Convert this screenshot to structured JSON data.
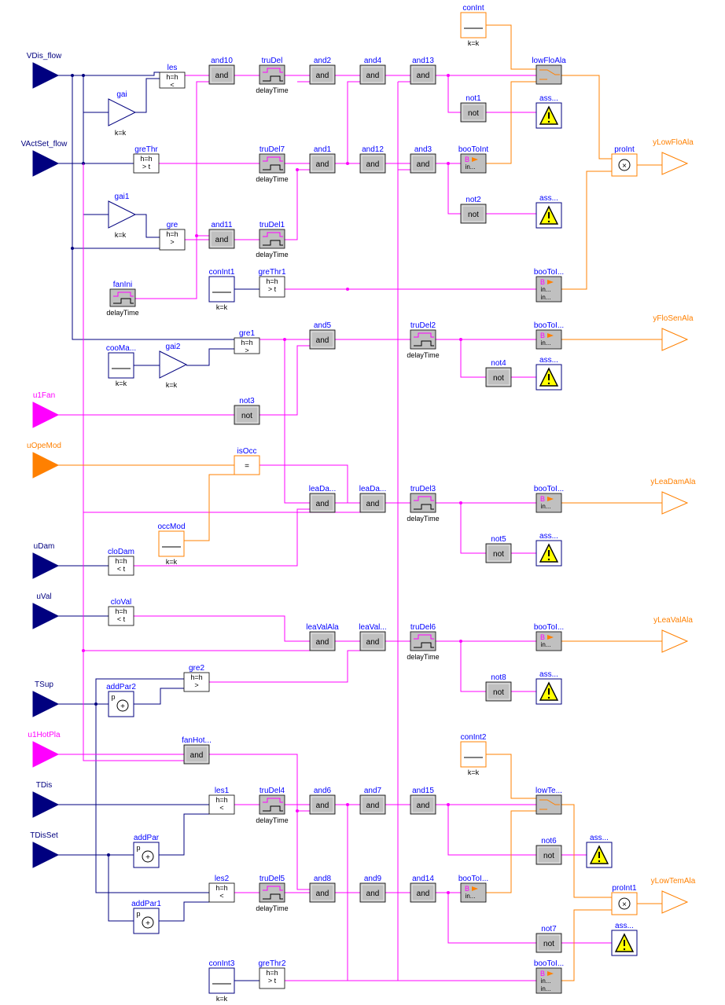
{
  "colors": {
    "real": "#00007f",
    "bool": "#ff00ff",
    "int": "#ff8000",
    "label": "#0000ff",
    "param": "#000000",
    "blockFill": "#c0c0c0"
  },
  "inputs": [
    {
      "id": "in-vdis",
      "label": "VDis_flow",
      "type": "real"
    },
    {
      "id": "in-vact",
      "label": "VActSet_flow",
      "type": "real"
    },
    {
      "id": "in-u1fan",
      "label": "u1Fan",
      "type": "bool"
    },
    {
      "id": "in-uopemod",
      "label": "uOpeMod",
      "type": "int"
    },
    {
      "id": "in-udam",
      "label": "uDam",
      "type": "real"
    },
    {
      "id": "in-uval",
      "label": "uVal",
      "type": "real"
    },
    {
      "id": "in-tsup",
      "label": "TSup",
      "type": "real"
    },
    {
      "id": "in-u1hotpla",
      "label": "u1HotPla",
      "type": "bool"
    },
    {
      "id": "in-tdis",
      "label": "TDis",
      "type": "real"
    },
    {
      "id": "in-tdisset",
      "label": "TDisSet",
      "type": "real"
    }
  ],
  "outputs": [
    {
      "id": "out-ylowflo",
      "label": "yLowFloAla"
    },
    {
      "id": "out-yflosen",
      "label": "yFloSenAla"
    },
    {
      "id": "out-yleadam",
      "label": "yLeaDamAla"
    },
    {
      "id": "out-yleaval",
      "label": "yLeaValAla"
    },
    {
      "id": "out-ylowtem",
      "label": "yLowTemAla"
    }
  ],
  "blocks": [
    {
      "id": "les",
      "label": "les",
      "kind": "cmp",
      "params": [
        "h=h",
        "<"
      ]
    },
    {
      "id": "gai",
      "label": "gai",
      "kind": "gain",
      "params": [
        "k=k"
      ]
    },
    {
      "id": "greThr",
      "label": "greThr",
      "kind": "cmp",
      "params": [
        "h=h",
        "> t"
      ]
    },
    {
      "id": "gai1",
      "label": "gai1",
      "kind": "gain",
      "params": [
        "k=k"
      ]
    },
    {
      "id": "gre",
      "label": "gre",
      "kind": "cmp",
      "params": [
        "h=h",
        ">"
      ]
    },
    {
      "id": "fanIni",
      "label": "fanIni",
      "kind": "delay",
      "params": [
        "delayTime"
      ]
    },
    {
      "id": "cooMa",
      "label": "cooMa...",
      "kind": "const",
      "params": [
        "k=k"
      ]
    },
    {
      "id": "gai2",
      "label": "gai2",
      "kind": "gain",
      "params": [
        "k=k"
      ]
    },
    {
      "id": "gre1",
      "label": "gre1",
      "kind": "cmp",
      "params": [
        "h=h",
        ">"
      ]
    },
    {
      "id": "conInt1",
      "label": "conInt1",
      "kind": "const",
      "params": [
        "k=k"
      ]
    },
    {
      "id": "greThr1",
      "label": "greThr1",
      "kind": "cmp",
      "params": [
        "h=h",
        "> t"
      ]
    },
    {
      "id": "and10",
      "label": "and10",
      "kind": "and",
      "params": [
        "and"
      ]
    },
    {
      "id": "and11",
      "label": "and11",
      "kind": "and",
      "params": [
        "and"
      ]
    },
    {
      "id": "truDel",
      "label": "truDel",
      "kind": "delay",
      "params": [
        "delayTime"
      ]
    },
    {
      "id": "truDel7",
      "label": "truDel7",
      "kind": "delay",
      "params": [
        "delayTime"
      ]
    },
    {
      "id": "truDel1",
      "label": "truDel1",
      "kind": "delay",
      "params": [
        "delayTime"
      ]
    },
    {
      "id": "and2",
      "label": "and2",
      "kind": "and",
      "params": [
        "and"
      ]
    },
    {
      "id": "and1",
      "label": "and1",
      "kind": "and",
      "params": [
        "and"
      ]
    },
    {
      "id": "and4",
      "label": "and4",
      "kind": "and",
      "params": [
        "and"
      ]
    },
    {
      "id": "and12",
      "label": "and12",
      "kind": "and",
      "params": [
        "and"
      ]
    },
    {
      "id": "and13",
      "label": "and13",
      "kind": "and",
      "params": [
        "and"
      ]
    },
    {
      "id": "and3",
      "label": "and3",
      "kind": "and",
      "params": [
        "and"
      ]
    },
    {
      "id": "not1",
      "label": "not1",
      "kind": "not",
      "params": [
        "not"
      ]
    },
    {
      "id": "not2",
      "label": "not2",
      "kind": "not",
      "params": [
        "not"
      ]
    },
    {
      "id": "booToInt",
      "label": "booToInt",
      "kind": "b2i",
      "params": [
        "in...",
        "in..."
      ]
    },
    {
      "id": "conInt",
      "label": "conInt",
      "kind": "constInt",
      "params": [
        "k=k"
      ]
    },
    {
      "id": "lowFloAla",
      "label": "lowFloAla",
      "kind": "switch",
      "params": []
    },
    {
      "id": "ass1",
      "label": "ass...",
      "kind": "assert",
      "params": []
    },
    {
      "id": "ass2",
      "label": "ass...",
      "kind": "assert",
      "params": []
    },
    {
      "id": "booToI1",
      "label": "booToI...",
      "kind": "b2i",
      "params": [
        "in...",
        "in..."
      ]
    },
    {
      "id": "proInt",
      "label": "proInt",
      "kind": "mul",
      "params": []
    },
    {
      "id": "and5",
      "label": "and5",
      "kind": "and",
      "params": [
        "and"
      ]
    },
    {
      "id": "not3",
      "label": "not3",
      "kind": "not",
      "params": [
        "not"
      ]
    },
    {
      "id": "truDel2",
      "label": "truDel2",
      "kind": "delay",
      "params": [
        "delayTime"
      ]
    },
    {
      "id": "booToI2",
      "label": "booToI...",
      "kind": "b2i",
      "params": [
        "in...",
        "in..."
      ]
    },
    {
      "id": "not4",
      "label": "not4",
      "kind": "not",
      "params": [
        "not"
      ]
    },
    {
      "id": "ass4",
      "label": "ass...",
      "kind": "assert",
      "params": []
    },
    {
      "id": "isOcc",
      "label": "isOcc",
      "kind": "eq",
      "params": [
        "="
      ]
    },
    {
      "id": "occMod",
      "label": "occMod",
      "kind": "constInt",
      "params": [
        "k=k"
      ]
    },
    {
      "id": "leaDa1",
      "label": "leaDa...",
      "kind": "and",
      "params": [
        "and"
      ]
    },
    {
      "id": "leaDa2",
      "label": "leaDa...",
      "kind": "and",
      "params": [
        "and"
      ]
    },
    {
      "id": "truDel3",
      "label": "truDel3",
      "kind": "delay",
      "params": [
        "delayTime"
      ]
    },
    {
      "id": "booToI3",
      "label": "booToI...",
      "kind": "b2i",
      "params": [
        "in...",
        "in..."
      ]
    },
    {
      "id": "not5",
      "label": "not5",
      "kind": "not",
      "params": [
        "not"
      ]
    },
    {
      "id": "ass5",
      "label": "ass...",
      "kind": "assert",
      "params": []
    },
    {
      "id": "cloDam",
      "label": "cloDam",
      "kind": "cmp",
      "params": [
        "h=h",
        "< t"
      ]
    },
    {
      "id": "cloVal",
      "label": "cloVal",
      "kind": "cmp",
      "params": [
        "h=h",
        "< t"
      ]
    },
    {
      "id": "leaValAla",
      "label": "leaValAla",
      "kind": "and",
      "params": [
        "and"
      ]
    },
    {
      "id": "leaVal",
      "label": "leaVal...",
      "kind": "and",
      "params": [
        "and"
      ]
    },
    {
      "id": "truDel6",
      "label": "truDel6",
      "kind": "delay",
      "params": [
        "delayTime"
      ]
    },
    {
      "id": "booToI4",
      "label": "booToI...",
      "kind": "b2i",
      "params": [
        "in...",
        "in..."
      ]
    },
    {
      "id": "not8",
      "label": "not8",
      "kind": "not",
      "params": [
        "not"
      ]
    },
    {
      "id": "ass8",
      "label": "ass...",
      "kind": "assert",
      "params": []
    },
    {
      "id": "addPar2",
      "label": "addPar2",
      "kind": "add",
      "params": [
        "p"
      ]
    },
    {
      "id": "gre2",
      "label": "gre2",
      "kind": "cmp",
      "params": [
        "h=h",
        ">"
      ]
    },
    {
      "id": "fanHot",
      "label": "fanHot...",
      "kind": "and",
      "params": [
        "and"
      ]
    },
    {
      "id": "conInt2",
      "label": "conInt2",
      "kind": "constInt",
      "params": [
        "k=k"
      ]
    },
    {
      "id": "les1",
      "label": "les1",
      "kind": "cmp",
      "params": [
        "h=h",
        "<"
      ]
    },
    {
      "id": "truDel4",
      "label": "truDel4",
      "kind": "delay",
      "params": [
        "delayTime"
      ]
    },
    {
      "id": "and6",
      "label": "and6",
      "kind": "and",
      "params": [
        "and"
      ]
    },
    {
      "id": "and7",
      "label": "and7",
      "kind": "and",
      "params": [
        "and"
      ]
    },
    {
      "id": "and15",
      "label": "and15",
      "kind": "and",
      "params": [
        "and"
      ]
    },
    {
      "id": "lowTe",
      "label": "lowTe...",
      "kind": "switch",
      "params": []
    },
    {
      "id": "not6",
      "label": "not6",
      "kind": "not",
      "params": [
        "not"
      ]
    },
    {
      "id": "ass6",
      "label": "ass...",
      "kind": "assert",
      "params": []
    },
    {
      "id": "addPar",
      "label": "addPar",
      "kind": "add",
      "params": [
        "p"
      ]
    },
    {
      "id": "les2",
      "label": "les2",
      "kind": "cmp",
      "params": [
        "h=h",
        "<"
      ]
    },
    {
      "id": "truDel5",
      "label": "truDel5",
      "kind": "delay",
      "params": [
        "delayTime"
      ]
    },
    {
      "id": "and8",
      "label": "and8",
      "kind": "and",
      "params": [
        "and"
      ]
    },
    {
      "id": "and9",
      "label": "and9",
      "kind": "and",
      "params": [
        "and"
      ]
    },
    {
      "id": "and14",
      "label": "and14",
      "kind": "and",
      "params": [
        "and"
      ]
    },
    {
      "id": "booToI5",
      "label": "booToI...",
      "kind": "b2i",
      "params": [
        "in...",
        "in..."
      ]
    },
    {
      "id": "proInt1",
      "label": "proInt1",
      "kind": "mul",
      "params": []
    },
    {
      "id": "addPar1",
      "label": "addPar1",
      "kind": "add",
      "params": [
        "p"
      ]
    },
    {
      "id": "not7",
      "label": "not7",
      "kind": "not",
      "params": [
        "not"
      ]
    },
    {
      "id": "ass7",
      "label": "ass...",
      "kind": "assert",
      "params": []
    },
    {
      "id": "conInt3",
      "label": "conInt3",
      "kind": "const",
      "params": [
        "k=k"
      ]
    },
    {
      "id": "greThr2",
      "label": "greThr2",
      "kind": "cmp",
      "params": [
        "h=h",
        "> t"
      ]
    },
    {
      "id": "booToI6",
      "label": "booToI...",
      "kind": "b2i",
      "params": [
        "in...",
        "in..."
      ]
    }
  ]
}
